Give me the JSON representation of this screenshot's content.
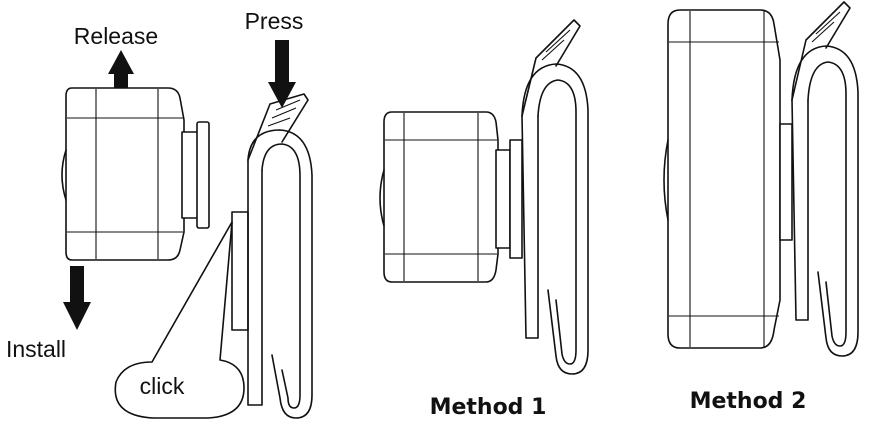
{
  "labels": {
    "release": "Release",
    "press": "Press",
    "install": "Install",
    "click": "click",
    "method1": "Method 1",
    "method2": "Method 2"
  },
  "colors": {
    "ink": "#111111",
    "background": "#ffffff"
  }
}
